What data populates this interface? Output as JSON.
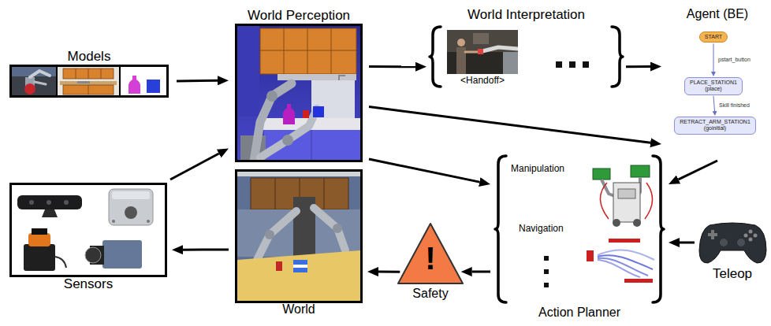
{
  "diagram": {
    "nodes": [
      {
        "text": [
          "Models"
        ]
      },
      {
        "text": [
          "World Perception"
        ]
      },
      {
        "text": [
          "World Interpretation"
        ]
      },
      {
        "text": [
          "<Handoff>"
        ],
        "in": 2
      },
      {
        "text": [
          "Agent (BE)"
        ]
      },
      {
        "text": [
          "START"
        ],
        "in": 4
      },
      {
        "text": [
          "PLACE_STATION1",
          "(place)"
        ],
        "in": 4
      },
      {
        "text": [
          "RETRACT_ARM_STATION1",
          "(goinitial)"
        ],
        "in": 4
      },
      {
        "text": [
          "Sensors"
        ]
      },
      {
        "text": [
          "World"
        ]
      },
      {
        "text": [
          "!",
          "Safety"
        ]
      },
      {
        "text": [
          "Action Planner"
        ]
      },
      {
        "text": [
          "Manipulation"
        ],
        "in": 11
      },
      {
        "text": [
          "Navigation"
        ],
        "in": 11
      },
      {
        "text": [
          "Teleop"
        ]
      }
    ],
    "edges": [
      {
        "from": 0,
        "to": 1,
        "arrow": "to"
      },
      {
        "from": 8,
        "to": 1,
        "arrow": "to"
      },
      {
        "from": 1,
        "to": 2,
        "arrow": "to"
      },
      {
        "from": 2,
        "to": 4,
        "arrow": "to"
      },
      {
        "from": 1,
        "to": 4,
        "arrow": "to"
      },
      {
        "from": 1,
        "to": 11,
        "arrow": "to"
      },
      {
        "from": 4,
        "to": 11,
        "arrow": "to"
      },
      {
        "from": 14,
        "to": 11,
        "arrow": "to"
      },
      {
        "from": 11,
        "to": 10,
        "arrow": "to"
      },
      {
        "from": 10,
        "to": 9,
        "arrow": "to"
      },
      {
        "from": 9,
        "to": 8,
        "arrow": "to"
      },
      {
        "from": 5,
        "to": 6,
        "label": "pstart_button",
        "arrow": "to"
      },
      {
        "from": 6,
        "to": 7,
        "label": "Skill finished",
        "arrow": "to"
      }
    ]
  }
}
